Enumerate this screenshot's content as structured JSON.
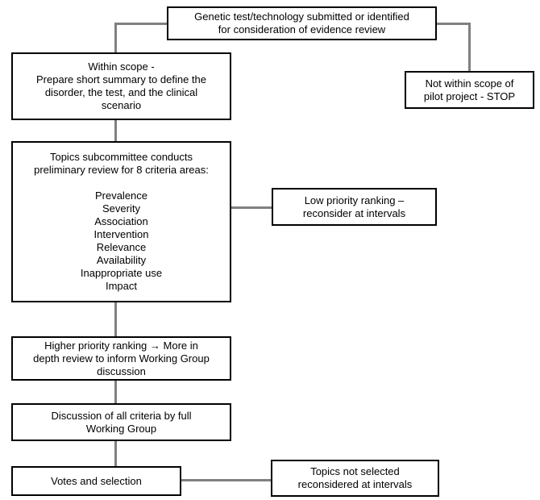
{
  "diagram": {
    "type": "flowchart",
    "colors": {
      "background": "#ffffff",
      "box_border": "#000000",
      "box_fill": "#ffffff",
      "connector": "#808080",
      "text": "#000000"
    },
    "nodes": {
      "genetic_test": {
        "text": "Genetic test/technology submitted or identified\nfor consideration of evidence review"
      },
      "within_scope": {
        "text": "Within scope -\nPrepare short summary to define the\ndisorder, the test, and the clinical\nscenario"
      },
      "not_within_scope": {
        "text": "Not within scope of\npilot project - STOP"
      },
      "topics_review": {
        "header": "Topics subcommittee conducts\npreliminary review for 8 criteria areas:"
      },
      "low_priority": {
        "text": "Low priority ranking –\nreconsider at intervals"
      },
      "higher_priority": {
        "text": "Higher priority ranking → More in\ndepth review to inform Working Group\ndiscussion"
      },
      "discussion": {
        "text": "Discussion of all criteria by full\nWorking Group"
      },
      "votes": {
        "text": "Votes and selection"
      },
      "not_selected": {
        "text": "Topics not selected\nreconsidered at intervals"
      }
    },
    "criteria_areas": [
      "Prevalence",
      "Severity",
      "Association",
      "Intervention",
      "Relevance",
      "Availability",
      "Inappropriate use",
      "Impact"
    ]
  }
}
